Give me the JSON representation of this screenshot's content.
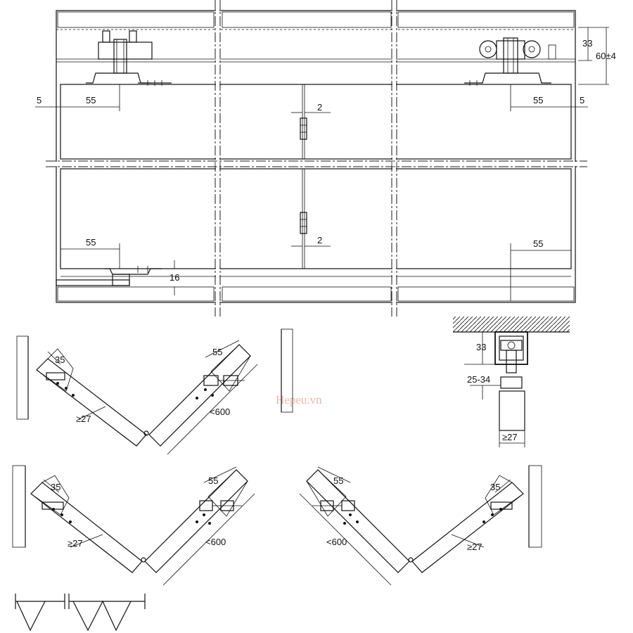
{
  "watermark": "Hepeu.vn",
  "elevation": {
    "dims": {
      "gap_left": "5",
      "gap_right": "5",
      "offset_top_left": "55",
      "offset_top_right": "55",
      "offset_bottom_left": "55",
      "offset_bottom_right": "55",
      "hinge_gap_top": "2",
      "hinge_gap_bottom": "2",
      "bottom_clearance": "16",
      "track_depth": "33",
      "total_height": "60±4"
    }
  },
  "section": {
    "dims": {
      "track_depth": "33",
      "adjust_range": "25-34",
      "min_thickness": "≥27"
    }
  },
  "plan_top": {
    "dims": {
      "left_offset": "35",
      "right_offset": "55",
      "min_thickness": "≥27",
      "max_width": "<600"
    }
  },
  "plan_bottom_left": {
    "dims": {
      "left_offset": "35",
      "right_offset": "55",
      "min_thickness": "≥27",
      "max_width": "<600"
    }
  },
  "plan_bottom_right": {
    "dims": {
      "left_offset": "55",
      "right_offset": "35",
      "min_thickness": "≥27",
      "max_width": "<600"
    }
  },
  "legend": {
    "symbol": "folding-layout-symbol"
  }
}
